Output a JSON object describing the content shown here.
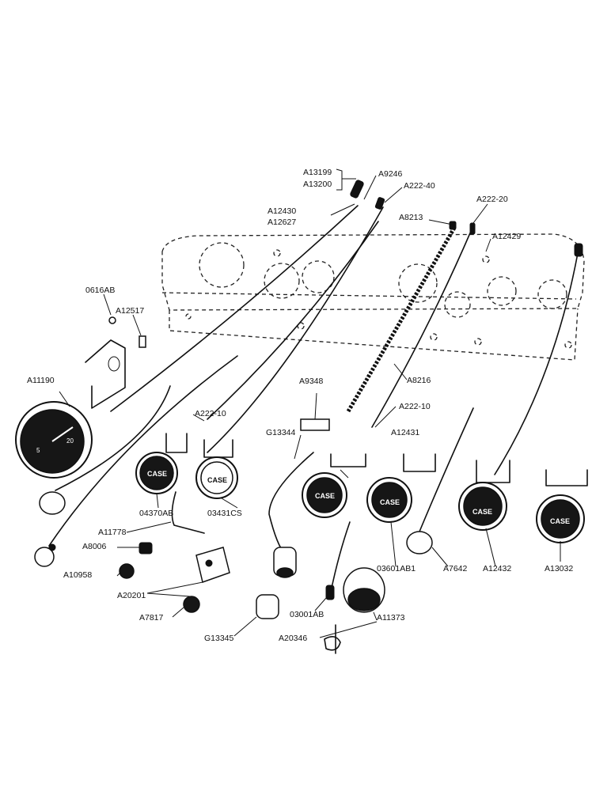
{
  "labels": [
    {
      "id": "A13199",
      "text": "A13199"
    },
    {
      "id": "A13200",
      "text": "A13200"
    },
    {
      "id": "A9246",
      "text": "A9246"
    },
    {
      "id": "A222-40",
      "text": "A222-40"
    },
    {
      "id": "A12430",
      "text": "A12430"
    },
    {
      "id": "A12627",
      "text": "A12627"
    },
    {
      "id": "A222-20",
      "text": "A222-20"
    },
    {
      "id": "A8213",
      "text": "A8213"
    },
    {
      "id": "A12429",
      "text": "A12429"
    },
    {
      "id": "0616AB",
      "text": "0616AB"
    },
    {
      "id": "A12517",
      "text": "A12517"
    },
    {
      "id": "A11190",
      "text": "A11190"
    },
    {
      "id": "A9348",
      "text": "A9348"
    },
    {
      "id": "A8216",
      "text": "A8216"
    },
    {
      "id": "A222-10a",
      "text": "A222-10"
    },
    {
      "id": "A222-10b",
      "text": "A222-10"
    },
    {
      "id": "G13344",
      "text": "G13344"
    },
    {
      "id": "A12431",
      "text": "A12431"
    },
    {
      "id": "04370AB",
      "text": "04370AB"
    },
    {
      "id": "03431CS",
      "text": "03431CS"
    },
    {
      "id": "A11778",
      "text": "A11778"
    },
    {
      "id": "A8006",
      "text": "A8006"
    },
    {
      "id": "A10958",
      "text": "A10958"
    },
    {
      "id": "A20201",
      "text": "A20201"
    },
    {
      "id": "A7817",
      "text": "A7817"
    },
    {
      "id": "G13345",
      "text": "G13345"
    },
    {
      "id": "03601AB1",
      "text": "03601AB1"
    },
    {
      "id": "A7642",
      "text": "A7642"
    },
    {
      "id": "A12432",
      "text": "A12432"
    },
    {
      "id": "A13032",
      "text": "A13032"
    },
    {
      "id": "03001AB",
      "text": "03001AB"
    },
    {
      "id": "A11373",
      "text": "A11373"
    },
    {
      "id": "A20346",
      "text": "A20346"
    }
  ],
  "gauge_faces": {
    "case_text": "CASE"
  },
  "ink_color": "#111111",
  "paper_color": "#ffffff"
}
